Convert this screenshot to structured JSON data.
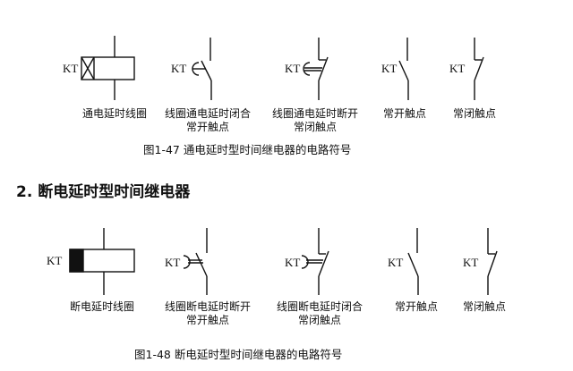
{
  "fig47": {
    "symbols": [
      {
        "tag": "KT",
        "label": [
          "通电延时线圈"
        ]
      },
      {
        "tag": "KT",
        "label": [
          "线圈通电延时闭合",
          "常开触点"
        ]
      },
      {
        "tag": "KT",
        "label": [
          "线圈通电延时断开",
          "常闭触点"
        ]
      },
      {
        "tag": "KT",
        "label": [
          "常开触点"
        ]
      },
      {
        "tag": "KT",
        "label": [
          "常闭触点"
        ]
      }
    ],
    "caption": "图1-47  通电延时型时间继电器的电路符号"
  },
  "section_heading": "2.  断电延时型时间继电器",
  "fig48": {
    "symbols": [
      {
        "tag": "KT",
        "label": [
          "断电延时线圈"
        ]
      },
      {
        "tag": "KT",
        "label": [
          "线圈断电延时断开",
          "常开触点"
        ]
      },
      {
        "tag": "KT",
        "label": [
          "线圈断电延时闭合",
          "常闭触点"
        ]
      },
      {
        "tag": "KT",
        "label": [
          "常开触点"
        ]
      },
      {
        "tag": "KT",
        "label": [
          "常闭触点"
        ]
      }
    ],
    "caption": "图1-48  断电延时型时间继电器的电路符号"
  }
}
